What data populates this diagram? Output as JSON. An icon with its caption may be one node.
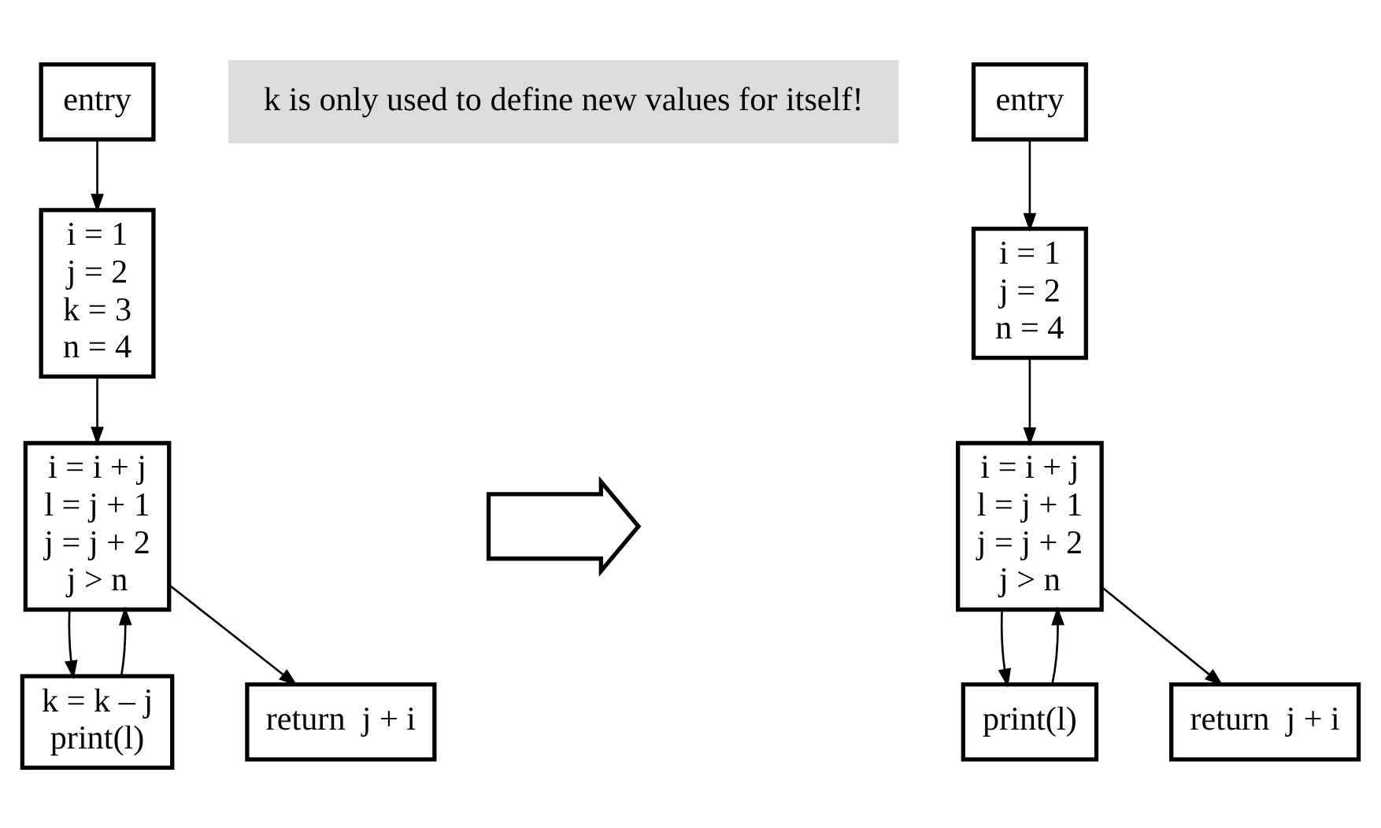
{
  "diagram": {
    "nodes": [
      {
        "text": [
          "entry"
        ]
      },
      {
        "text": [
          "i = 1",
          "j = 2",
          "k = 3",
          "n = 4"
        ]
      },
      {
        "text": [
          "i = i + j",
          "l = j + 1",
          "j = j + 2",
          "j > n"
        ]
      },
      {
        "text": [
          "k = k – j",
          "print(l)"
        ]
      },
      {
        "text": [
          "return  j + i"
        ]
      },
      {
        "text": [
          "k is only used to define new values for itself!"
        ]
      },
      {
        "text": [],
        "shape": "arrow"
      },
      {
        "text": [
          "entry"
        ]
      },
      {
        "text": [
          "i = 1",
          "j = 2",
          "n = 4"
        ]
      },
      {
        "text": [
          "i = i + j",
          "l = j + 1",
          "j = j + 2",
          "j > n"
        ]
      },
      {
        "text": [
          "print(l)"
        ]
      },
      {
        "text": [
          "return  j + i"
        ]
      }
    ],
    "edges": [
      {
        "from": 0,
        "to": 1,
        "arrow": "to"
      },
      {
        "from": 1,
        "to": 2,
        "arrow": "to"
      },
      {
        "from": 2,
        "to": 3,
        "arrow": "to"
      },
      {
        "from": 2,
        "to": 4,
        "arrow": "to"
      },
      {
        "from": 3,
        "to": 2,
        "arrow": "to"
      },
      {
        "from": 7,
        "to": 8,
        "arrow": "to"
      },
      {
        "from": 8,
        "to": 9,
        "arrow": "to"
      },
      {
        "from": 9,
        "to": 10,
        "arrow": "to"
      },
      {
        "from": 9,
        "to": 11,
        "arrow": "to"
      },
      {
        "from": 10,
        "to": 9,
        "arrow": "to"
      }
    ]
  }
}
